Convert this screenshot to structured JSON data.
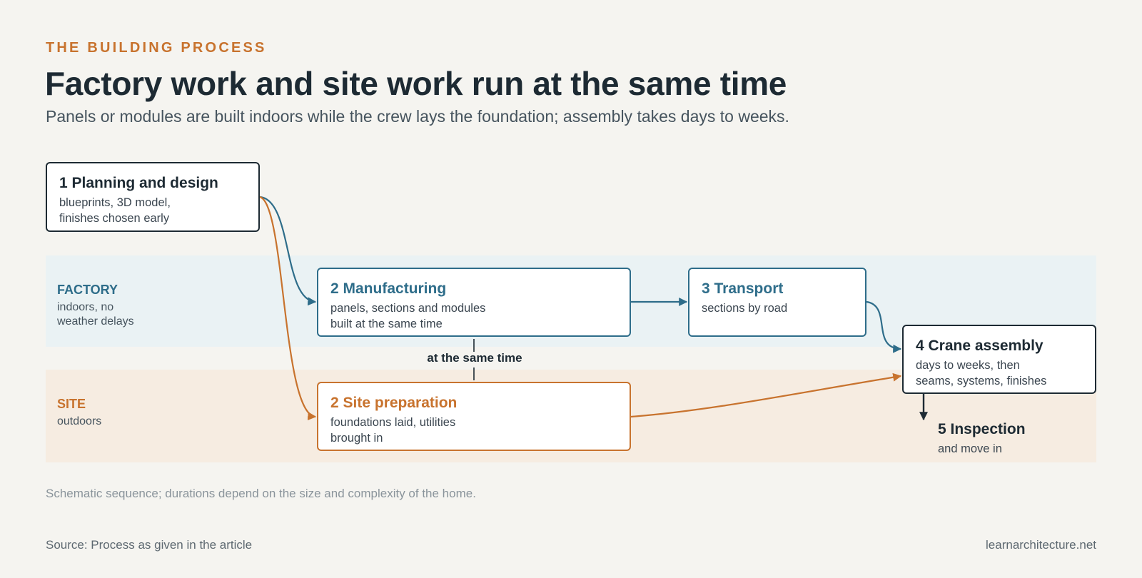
{
  "header": {
    "eyebrow": "THE BUILDING PROCESS",
    "title": "Factory work and site work run at the same time",
    "subtitle": "Panels or modules are built indoors while the crew lays the foundation; assembly takes days to weeks."
  },
  "lanes": {
    "factory": {
      "title": "FACTORY",
      "desc_line1": "indoors, no",
      "desc_line2": "weather delays"
    },
    "site": {
      "title": "SITE",
      "desc": "outdoors"
    }
  },
  "steps": {
    "planning": {
      "title": "1 Planning and design",
      "line1": "blueprints, 3D model,",
      "line2": "finishes chosen early"
    },
    "manufacturing": {
      "title": "2 Manufacturing",
      "line1": "panels, sections and modules",
      "line2": "built at the same time"
    },
    "transport": {
      "title": "3 Transport",
      "line1": "sections by road"
    },
    "crane": {
      "title": "4 Crane assembly",
      "line1": "days to weeks, then",
      "line2": "seams, systems, finishes"
    },
    "site_prep": {
      "title": "2 Site preparation",
      "line1": "foundations laid, utilities",
      "line2": "brought in"
    },
    "inspection": {
      "title": "5 Inspection",
      "line1": "and move in"
    }
  },
  "same_time_label": "at the same time",
  "footer": {
    "note": "Schematic sequence; durations depend on the size and complexity of the home.",
    "source": "Source: Process as given in the article",
    "site": "learnarchitecture.net"
  },
  "colors": {
    "background": "#f5f4f0",
    "dark": "#1d2a33",
    "factory_blue": "#2e6d8a",
    "site_orange": "#c8732e",
    "factory_lane": "#eaf2f4",
    "site_lane": "#f6ece1"
  }
}
